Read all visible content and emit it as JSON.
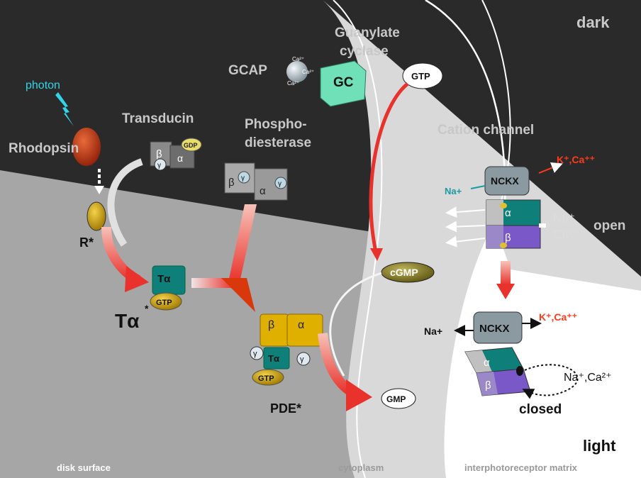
{
  "labels": {
    "dark": "dark",
    "open": "open",
    "light": "light",
    "closed": "closed",
    "photon": "photon",
    "rhodopsin": "Rhodopsin",
    "r_star": "R*",
    "transducin": "Transducin",
    "gcap": "GCAP",
    "guanylate_1": "Guanylate",
    "guanylate_2": "cyclase",
    "gc": "GC",
    "gtp": "GTP",
    "phospho_1": "Phospho-",
    "phospho_2": "diesterase",
    "cation_channel": "Cation channel",
    "nckx": "NCKX",
    "k_ca": "K⁺,Ca⁺⁺",
    "na_plus": "Na+",
    "na_sup": "Na⁺",
    "ca_sup": "Ca²⁺",
    "na_ca": "Na⁺,Ca²⁺",
    "cgmp": "cGMP",
    "gmp": "GMP",
    "pde_star": "PDE*",
    "t_alpha": "Tα",
    "t_alpha_star": "*",
    "gdp": "GDP",
    "beta": "β",
    "alpha": "α",
    "gamma": "γ",
    "ca2": "Ca²⁺",
    "disk_surface": "disk surface",
    "cytoplasm": "cytoplasm",
    "interphotoreceptor_matrix": "interphotoreceptor matrix"
  },
  "colors": {
    "dark_bg": "#2a2a2a",
    "disk_grey": "#a6a6a6",
    "cytoplasm_light": "#d9d9d9",
    "matrix_white": "#ffffff",
    "arrow_red": "#e8322b",
    "teal": "#0f7f7a",
    "gold": "#d9a800",
    "rhodopsin_red": "#c0360f",
    "photon_cyan": "#33d4e8",
    "gc_green": "#6fe0b8",
    "na_teal": "#1a9aa5",
    "k_red": "#ff3b1a",
    "purple": "#7a58c8"
  }
}
